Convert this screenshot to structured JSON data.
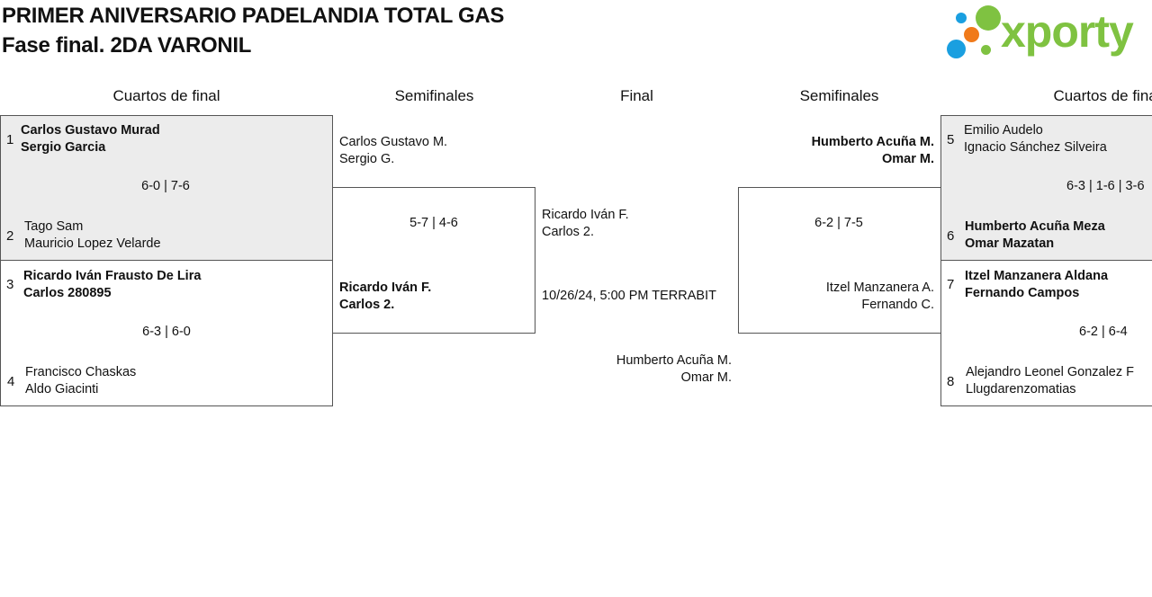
{
  "tournament": {
    "title": "PRIMER ANIVERSARIO PADELANDIA TOTAL GAS",
    "subtitle": "Fase final. 2DA VARONIL"
  },
  "logo": {
    "text": "xporty",
    "colors": {
      "green": "#7fc241",
      "blue": "#1a9fe0",
      "orange": "#f07a1a"
    }
  },
  "rounds": {
    "left_quarters": "Cuartos de final",
    "left_semis": "Semifinales",
    "final": "Final",
    "right_semis": "Semifinales",
    "right_quarters": "Cuartos de final"
  },
  "quarterfinals": [
    {
      "seed_a": "1",
      "team_a": [
        "Carlos Gustavo Murad",
        "Sergio Garcia"
      ],
      "winner_a": true,
      "score": "6-0 | 7-6",
      "seed_b": "2",
      "team_b": [
        "Tago Sam",
        "Mauricio Lopez Velarde"
      ],
      "winner_b": false
    },
    {
      "seed_a": "3",
      "team_a": [
        "Ricardo Iván Frausto De Lira",
        "Carlos 280895"
      ],
      "winner_a": true,
      "score": "6-3 | 6-0",
      "seed_b": "4",
      "team_b": [
        "Francisco Chaskas",
        "Aldo Giacinti"
      ],
      "winner_b": false
    },
    {
      "seed_a": "5",
      "team_a": [
        "Emilio Audelo",
        "Ignacio Sánchez Silveira"
      ],
      "winner_a": false,
      "score": "6-3 | 1-6 | 3-6",
      "seed_b": "6",
      "team_b": [
        "Humberto Acuña Meza",
        "Omar Mazatan"
      ],
      "winner_b": true
    },
    {
      "seed_a": "7",
      "team_a": [
        "Itzel Manzanera Aldana",
        "Fernando Campos"
      ],
      "winner_a": true,
      "score": "6-2 | 6-4",
      "seed_b": "8",
      "team_b": [
        "Alejandro Leonel Gonzalez F",
        "Llugdarenzomatias"
      ],
      "winner_b": false
    }
  ],
  "semifinals": {
    "left": {
      "team_a": [
        "Carlos Gustavo M.",
        "Sergio G."
      ],
      "score": "5-7 | 4-6",
      "team_b": [
        "Ricardo Iván F.",
        "Carlos 2."
      ]
    },
    "right": {
      "team_a": [
        "Humberto Acuña M.",
        "Omar M."
      ],
      "score": "6-2 | 7-5",
      "team_b": [
        "Itzel Manzanera A.",
        "Fernando C."
      ]
    }
  },
  "final": {
    "team_a": [
      "Ricardo Iván F.",
      "Carlos 2."
    ],
    "schedule": "10/26/24, 5:00 PM TERRABIT",
    "team_b": [
      "Humberto Acuña M.",
      "Omar M."
    ]
  }
}
